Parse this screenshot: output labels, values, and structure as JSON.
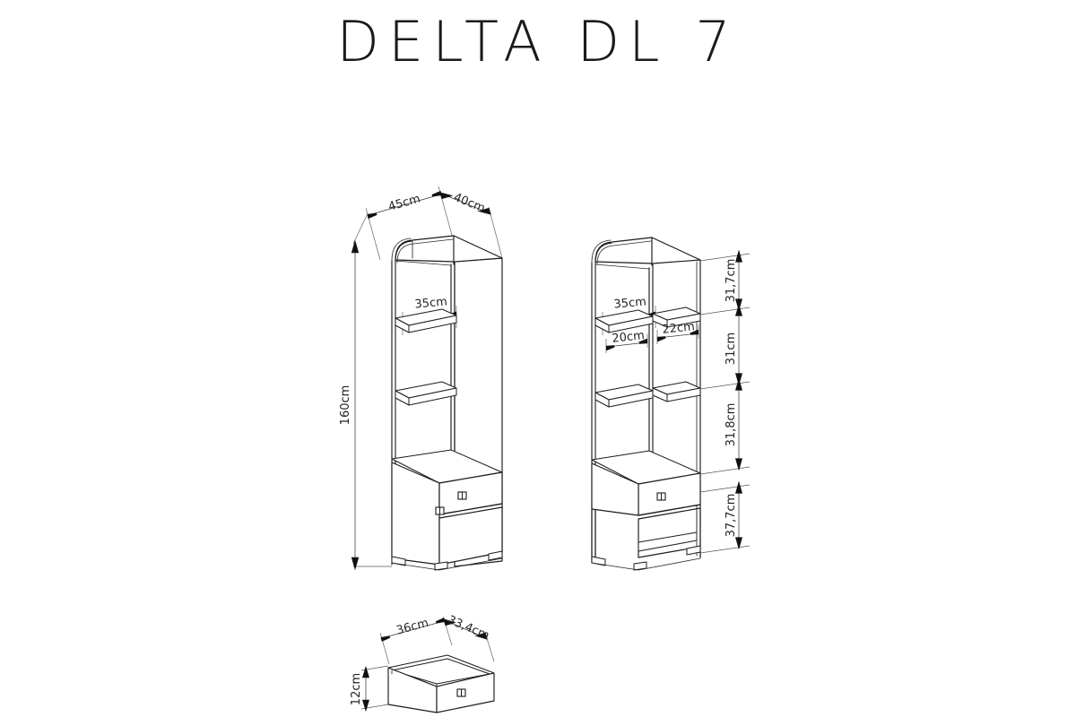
{
  "title": "DELTA DL 7",
  "product": {
    "name": "DELTA DL 7",
    "type": "tall-bookcase-with-drawer-and-door"
  },
  "views": {
    "front_view": {
      "name": "front-assembled-view",
      "dimensions": {
        "width": "45cm",
        "depth": "40cm",
        "height": "160cm",
        "shelf_depth": "35cm"
      }
    },
    "section_view": {
      "name": "section-interior-view",
      "dimensions": {
        "shelf_depth": "35cm",
        "left_shelf_width": "20cm",
        "right_shelf_width": "22cm",
        "compartment_top": "31,7cm",
        "compartment_middle": "31cm",
        "compartment_lower": "31,8cm",
        "compartment_bottom": "37,7cm"
      }
    },
    "drawer_detail": {
      "name": "drawer-detail-view",
      "dimensions": {
        "width": "36cm",
        "depth": "33,4cm",
        "height": "12cm"
      }
    }
  },
  "labels": {
    "w45": "45cm",
    "d40": "40cm",
    "h160": "160cm",
    "shelf35a": "35cm",
    "shelf35b": "35cm",
    "shelf20": "20cm",
    "shelf22": "22cm",
    "v317": "31,7cm",
    "v31": "31cm",
    "v318": "31,8cm",
    "v377": "37,7cm",
    "dw36": "36cm",
    "dd334": "33,4cm",
    "dh12": "12cm"
  },
  "style": {
    "background": "#ffffff",
    "line_color": "#1c1c1c",
    "text_color": "#242424"
  }
}
